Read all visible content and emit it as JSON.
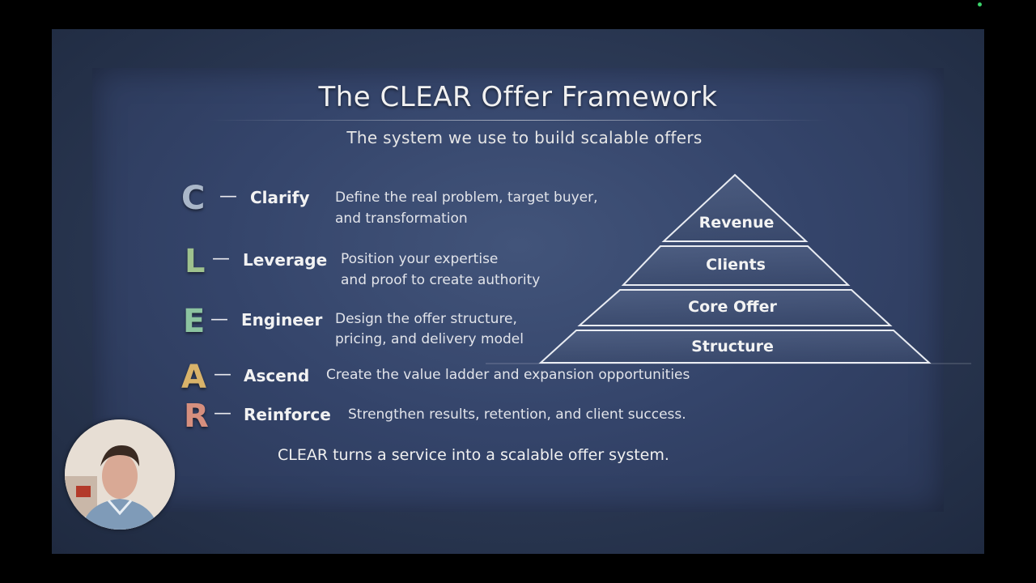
{
  "slide": {
    "title": "The CLEAR Offer Framework",
    "subtitle": "The system we use to build scalable offers",
    "items": [
      {
        "letter": "C",
        "color": "#aab7c9",
        "dash": "—",
        "word": "Clarify",
        "desc1": "Define the real problem, target buyer,",
        "desc2": "and transformation"
      },
      {
        "letter": "L",
        "color": "#9fc28e",
        "dash": "—",
        "word": "Leverage",
        "desc1": "Position your expertise",
        "desc2": "and proof to create authority"
      },
      {
        "letter": "E",
        "color": "#8cc3a0",
        "dash": "—",
        "word": "Engineer",
        "desc1": "Design the offer structure,",
        "desc2": "pricing, and delivery model"
      },
      {
        "letter": "A",
        "color": "#d9b36a",
        "dash": "—",
        "word": "Ascend",
        "desc1": "Create the value ladder and expansion opportunities",
        "desc2": ""
      },
      {
        "letter": "R",
        "color": "#d68f7e",
        "dash": "—",
        "word": "Reinforce",
        "desc1": "Strengthen results, retention, and client success.",
        "desc2": ""
      }
    ],
    "pyramid": [
      "Revenue",
      "Clients",
      "Core Offer",
      "Structure"
    ],
    "conclusion": "CLEAR turns a service into a scalable offer system."
  },
  "colors": {
    "background": "#2f3d5c",
    "recording_dot": "#3bd36b"
  },
  "icons": {
    "webcam": "presenter-webcam-overlay"
  }
}
